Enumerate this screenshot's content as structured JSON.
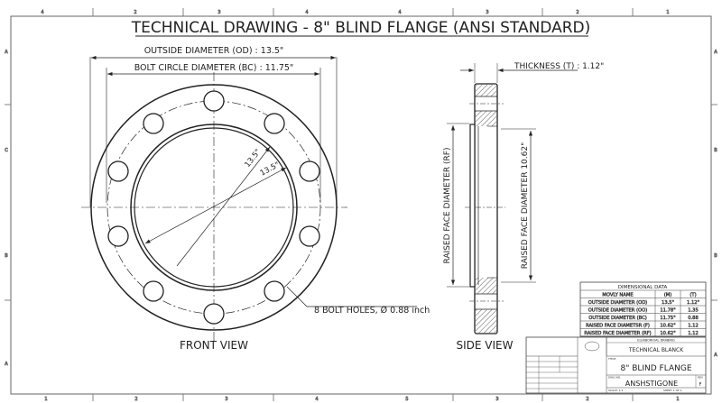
{
  "title": "TECHNICAL DRAWING - 8\" BLIND FLANGE (ANSI STANDARD)",
  "border": {
    "top_zones": [
      "4",
      "2",
      "3",
      "4",
      "4",
      "3",
      "2",
      "1"
    ],
    "bottom_zones": [
      "1",
      "2",
      "3",
      "4",
      "5",
      "3",
      "2",
      "1"
    ],
    "left_zones": [
      "A",
      "C",
      "B",
      "A"
    ],
    "right_zones": [
      "A",
      "B",
      "B",
      "A"
    ]
  },
  "front_view": {
    "label": "FRONT VIEW",
    "od_dim": "OUTSIDE DIAMETER (OD) : 13.5\"",
    "bc_dim": "BOLT CIRCLE DIAMETER (BC) : 11.75\"",
    "radial_dim_1": "13.5\"",
    "radial_dim_2": "13.5\"",
    "bolt_note": "8 BOLT HOLES,  Ø 0.88 inch"
  },
  "side_view": {
    "label": "SIDE VIEW",
    "thickness_dim": "THICKNESS (T) : 1.12\"",
    "rf_left": "RAISED FACE DIAMETER (RF)",
    "rf_right": "RAISED FACE DIAMETER  10.62\""
  },
  "dimensional_table": {
    "title": "DIMENSIONAL DATA",
    "headers": [
      "MOVLY NAME",
      "(M)",
      "(T)"
    ],
    "rows": [
      [
        "OUTSIDE DIAMETER (OD)",
        "13.5\"",
        "1.12\""
      ],
      [
        "OUTSIDE DIAMETER (OO)",
        "11.78\"",
        "1.35"
      ],
      [
        "OUTSIDE DIAMETER (BC)",
        "11.75\"",
        "0.88"
      ],
      [
        "RAISED FACE DIAMETSR (F)",
        "10.62\"",
        "1.12"
      ],
      [
        "RAISED FACE DIAMETER (RF)",
        "10.62\"",
        "1.12"
      ]
    ]
  },
  "title_block": {
    "header": "ELEKBORIOAL DRABING",
    "subtitle": "TECHNICAL BLANCK",
    "title_label": "TITLE:",
    "drawing_title": "8\" BLIND FLANGE",
    "dwg_label": "DWG NO.",
    "drawing_number": "ANSHSTIGONE",
    "rev_label": "REV",
    "revision": "F",
    "scale_label": "SCALE: 1:1",
    "sheet_label": "SHEET 1 OF 1"
  }
}
